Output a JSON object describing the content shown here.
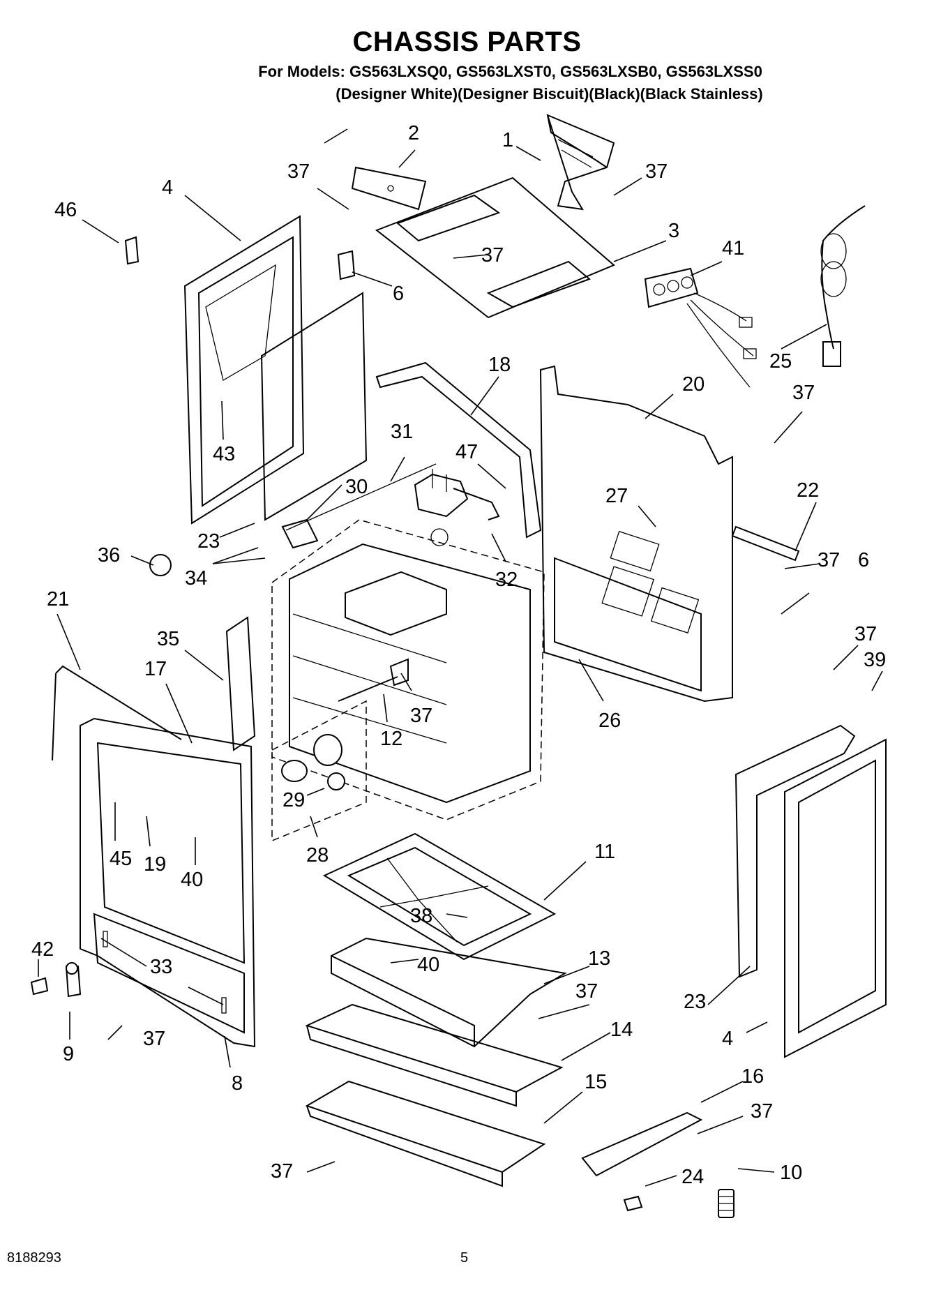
{
  "header": {
    "title": "CHASSIS PARTS",
    "models_line": "For Models: GS563LXSQ0, GS563LXST0, GS563LXSB0, GS563LXSS0",
    "colors_line": "(Designer White)(Designer Biscuit)(Black)(Black Stainless)"
  },
  "footer": {
    "doc_number": "8188293",
    "page_number": "5"
  },
  "callouts": [
    {
      "label": "1"
    },
    {
      "label": "2"
    },
    {
      "label": "3"
    },
    {
      "label": "4"
    },
    {
      "label": "46"
    },
    {
      "label": "37"
    },
    {
      "label": "37"
    },
    {
      "label": "37"
    },
    {
      "label": "6"
    },
    {
      "label": "41"
    },
    {
      "label": "25"
    },
    {
      "label": "18"
    },
    {
      "label": "20"
    },
    {
      "label": "37"
    },
    {
      "label": "31"
    },
    {
      "label": "47"
    },
    {
      "label": "43"
    },
    {
      "label": "30"
    },
    {
      "label": "27"
    },
    {
      "label": "22"
    },
    {
      "label": "23"
    },
    {
      "label": "34"
    },
    {
      "label": "32"
    },
    {
      "label": "36"
    },
    {
      "label": "37"
    },
    {
      "label": "6"
    },
    {
      "label": "21"
    },
    {
      "label": "35"
    },
    {
      "label": "37"
    },
    {
      "label": "39"
    },
    {
      "label": "17"
    },
    {
      "label": "37"
    },
    {
      "label": "12"
    },
    {
      "label": "26"
    },
    {
      "label": "29"
    },
    {
      "label": "45"
    },
    {
      "label": "19"
    },
    {
      "label": "40"
    },
    {
      "label": "28"
    },
    {
      "label": "11"
    },
    {
      "label": "38"
    },
    {
      "label": "42"
    },
    {
      "label": "33"
    },
    {
      "label": "40"
    },
    {
      "label": "13"
    },
    {
      "label": "37"
    },
    {
      "label": "23"
    },
    {
      "label": "37"
    },
    {
      "label": "9"
    },
    {
      "label": "14"
    },
    {
      "label": "4"
    },
    {
      "label": "8"
    },
    {
      "label": "15"
    },
    {
      "label": "16"
    },
    {
      "label": "37"
    },
    {
      "label": "37"
    },
    {
      "label": "24"
    },
    {
      "label": "10"
    }
  ]
}
